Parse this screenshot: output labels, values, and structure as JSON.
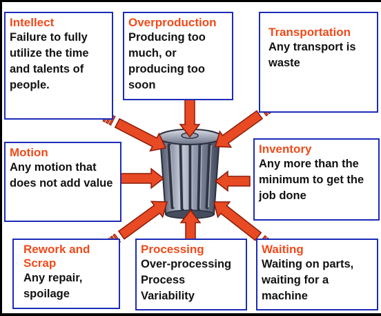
{
  "wastes": {
    "intellect": {
      "title": "Intellect",
      "body": "Failure to fully utilize the time and talents of people."
    },
    "overproduction": {
      "title": "Overproduction",
      "body": "Producing too much, or producing too soon"
    },
    "transportation": {
      "title": "Transportation",
      "body": "Any transport is waste"
    },
    "motion": {
      "title": "Motion",
      "body": "Any motion that does not add value"
    },
    "inventory": {
      "title": "Inventory",
      "body": "Any more than the minimum to get the job done"
    },
    "rework": {
      "title": "Rework and Scrap",
      "body": "Any repair, spoilage"
    },
    "processing": {
      "title": "Processing",
      "body": "Over-processing Process Variability"
    },
    "waiting": {
      "title": "Waiting",
      "body": "Waiting on parts, waiting for a machine"
    }
  },
  "colors": {
    "title": "#f04a1a",
    "border": "#1c2bb8",
    "arrow": "#e84a24",
    "arrow_edge": "#8a1a08",
    "can": "#7f8aa0"
  },
  "center_icon": "trash-can-icon"
}
